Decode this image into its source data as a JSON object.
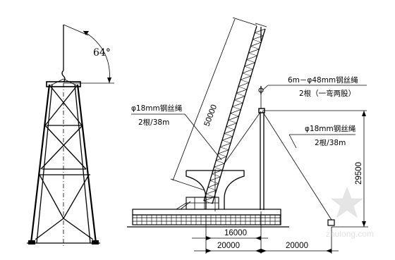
{
  "left_view": {
    "angle_label": "64°"
  },
  "right_view": {
    "boom_length_label": "50000",
    "rope_top_label_line1": "6m－φ48mm钢丝绳",
    "rope_top_label_line2": "2根（一弯两股）",
    "rope_left_label_line1": "φ18mm钢丝绳",
    "rope_left_label_line2": "2根/38m",
    "rope_right_label_line1": "φ18mm钢丝绳",
    "rope_right_label_line2": "2根/38m",
    "height_dim_label": "29500",
    "dim_16000": "16000",
    "dim_20000_left": "20000",
    "dim_20000_right": "20000"
  },
  "watermark": {
    "text": "zhulong.com",
    "color": "#c8c8c8"
  }
}
